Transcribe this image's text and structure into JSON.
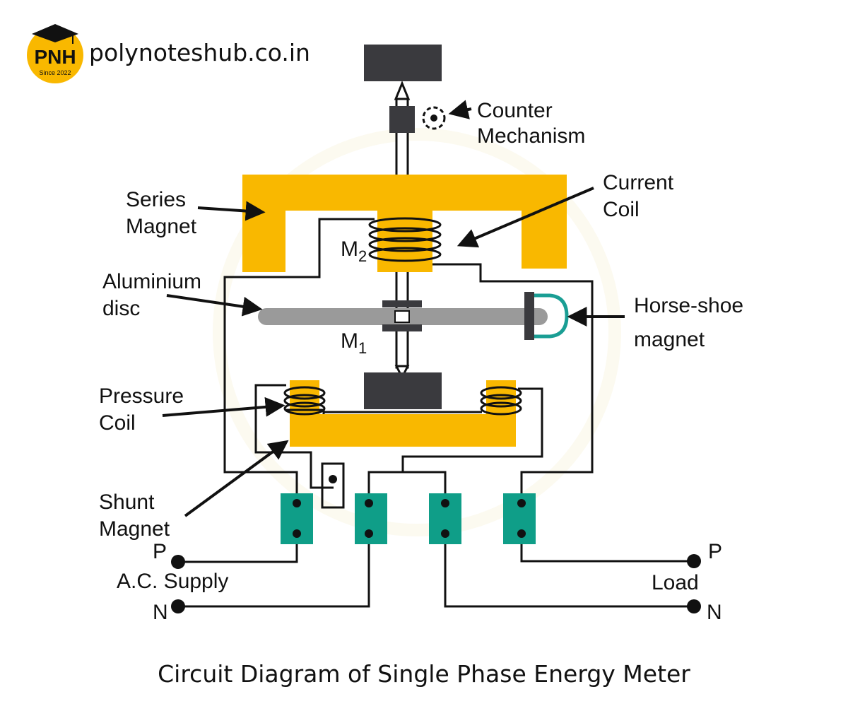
{
  "logo": {
    "text": "PNH",
    "since": "Since 2022"
  },
  "site": "polynoteshub.co.in",
  "labels": {
    "counter_line1": "Counter",
    "counter_line2": "Mechanism",
    "current_coil_line1": "Current",
    "current_coil_line2": "Coil",
    "series_magnet_line1": "Series",
    "series_magnet_line2": "Magnet",
    "aluminium_disc_line1": "Aluminium",
    "aluminium_disc_line2": "disc",
    "horseshoe_line1": "Horse-shoe",
    "horseshoe_line2": "magnet",
    "pressure_coil_line1": "Pressure",
    "pressure_coil_line2": "Coil",
    "shunt_magnet_line1": "Shunt",
    "shunt_magnet_line2": "Magnet",
    "m2": "M",
    "m2_sub": "2",
    "m1": "M",
    "m1_sub": "1",
    "supply_p": "P",
    "supply_n": "N",
    "supply": "A.C. Supply",
    "load_p": "P",
    "load_n": "N",
    "load": "Load"
  },
  "caption": "Circuit Diagram of Single Phase Energy Meter",
  "colors": {
    "magnet": "#F9B800",
    "terminal": "#0F9E88",
    "block": "#3A3A3E",
    "disc": "#9A9A9A",
    "horseshoe": "#1A9E94",
    "wire": "#111111"
  }
}
